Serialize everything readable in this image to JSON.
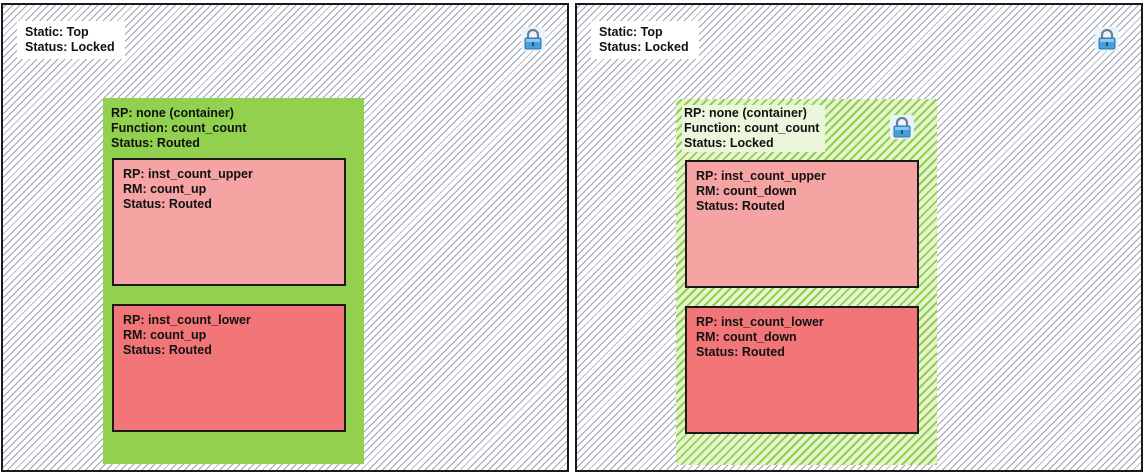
{
  "panels": [
    {
      "static": {
        "line1": "Static: Top",
        "line2": "Status: Locked"
      },
      "lock_icon": "padlock-icon",
      "container": {
        "line1": "RP: none (container)",
        "line2": "Function: count_count",
        "line3": "Status: Routed"
      },
      "upper": {
        "line1": "RP: inst_count_upper",
        "line2": "RM: count_up",
        "line3": "Status: Routed"
      },
      "lower": {
        "line1": "RP: inst_count_lower",
        "line2": "RM: count_up",
        "line3": "Status: Routed"
      }
    },
    {
      "static": {
        "line1": "Static: Top",
        "line2": "Status: Locked"
      },
      "lock_icon": "padlock-icon",
      "container": {
        "line1": "RP: none (container)",
        "line2": "Function: count_count",
        "line3": "Status: Locked"
      },
      "upper": {
        "line1": "RP: inst_count_upper",
        "line2": "RM: count_down",
        "line3": "Status: Routed"
      },
      "lower": {
        "line1": "RP: inst_count_lower",
        "line2": "RM: count_down",
        "line3": "Status: Routed"
      }
    }
  ],
  "colors": {
    "routed_green": "#92d050",
    "upper_pink": "#f5a3a3",
    "lower_red": "#f27678",
    "hatch_gray": "#9aa3b3",
    "border": "#1a1a1a"
  }
}
